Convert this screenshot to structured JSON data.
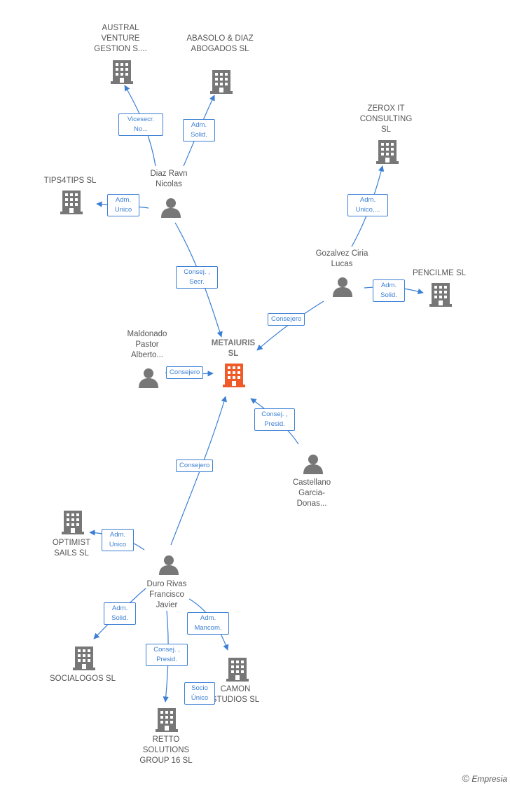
{
  "colors": {
    "edge": "#3b7fd4",
    "company": "#777777",
    "main_company": "#f05a28",
    "person": "#777777"
  },
  "nodes": {
    "austral": {
      "name": "AUSTRAL VENTURE GESTION S....",
      "icon": "building-icon"
    },
    "abasolo": {
      "name": "ABASOLO & DIAZ ABOGADOS SL",
      "icon": "building-icon"
    },
    "zerox": {
      "name": "ZEROX IT CONSULTING SL",
      "icon": "building-icon"
    },
    "tips4tips": {
      "name": "TIPS4TIPS SL",
      "icon": "building-icon"
    },
    "diaz": {
      "name": "Diaz Ravn Nicolas",
      "icon": "person-icon"
    },
    "gozalvez": {
      "name": "Gozalvez Ciria Lucas",
      "icon": "person-icon"
    },
    "pencilme": {
      "name": "PENCILME SL",
      "icon": "building-icon"
    },
    "maldonado": {
      "name": "Maldonado Pastor Alberto...",
      "icon": "person-icon"
    },
    "metaiuris": {
      "name": "METAIURIS SL",
      "icon": "building-icon"
    },
    "castellano": {
      "name": "Castellano Garcia-Donas...",
      "icon": "person-icon"
    },
    "optimist": {
      "name": "OPTIMIST SAILS SL",
      "icon": "building-icon"
    },
    "duro": {
      "name": "Duro Rivas Francisco Javier",
      "icon": "person-icon"
    },
    "socialogos": {
      "name": "SOCIALOGOS SL",
      "icon": "building-icon"
    },
    "camon": {
      "name": "CAMON STUDIOS SL",
      "icon": "building-icon"
    },
    "retto": {
      "name": "RETTO SOLUTIONS GROUP 16 SL",
      "icon": "building-icon"
    }
  },
  "relations": {
    "diaz_austral": "Vicesecr. No...",
    "diaz_abasolo": "Adm. Solid.",
    "diaz_tips4tips": "Adm. Unico",
    "diaz_metaiuris": "Consej. , Secr.",
    "gozalvez_zerox": "Adm. Unico,...",
    "gozalvez_pencilme": "Adm. Solid.",
    "gozalvez_metaiuris": "Consejero",
    "maldonado_metaiuris": "Consejero",
    "castellano_metaiuris": "Consej. , Presid.",
    "duro_metaiuris": "Consejero",
    "duro_optimist": "Adm. Unico",
    "duro_socialogos": "Adm. Solid.",
    "duro_camon": "Adm. Mancom.",
    "duro_retto": "Consej. , Presid.",
    "duro_camon_socio": "Socio Único"
  },
  "footer": {
    "copyright": "©",
    "brand": "Empresia"
  }
}
